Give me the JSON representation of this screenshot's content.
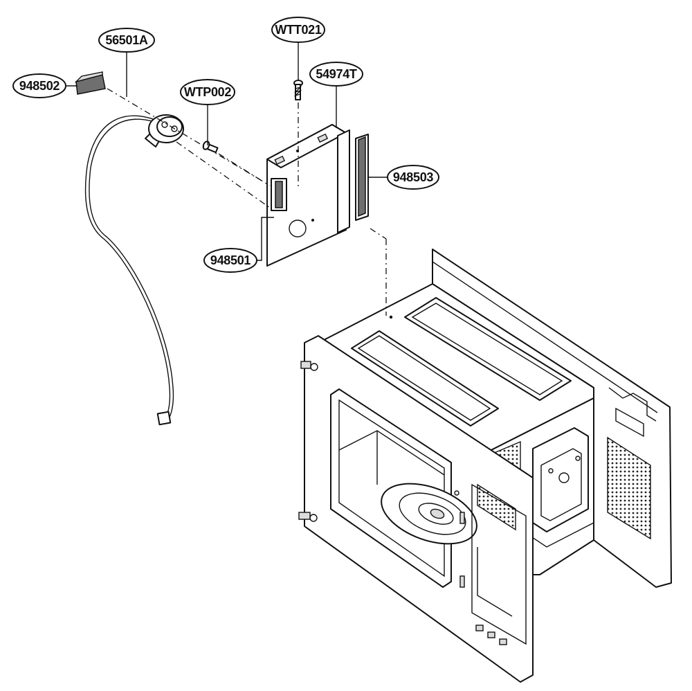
{
  "diagram": {
    "callouts": [
      {
        "id": "56501A",
        "label": "56501A"
      },
      {
        "id": "948502",
        "label": "948502"
      },
      {
        "id": "WTP002",
        "label": "WTP002"
      },
      {
        "id": "WTT021",
        "label": "WTT021"
      },
      {
        "id": "54974T",
        "label": "54974T"
      },
      {
        "id": "948503",
        "label": "948503"
      },
      {
        "id": "948501",
        "label": "948501"
      }
    ]
  }
}
